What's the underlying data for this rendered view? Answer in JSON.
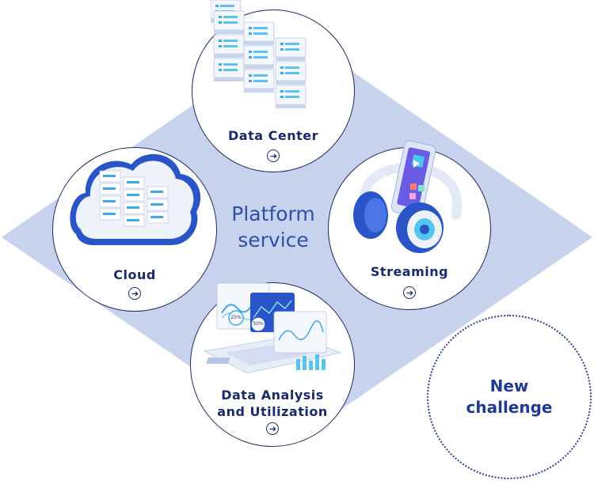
{
  "center": {
    "line1": "Platform",
    "line2": "service"
  },
  "nodes": {
    "data_center": {
      "label": "Data Center"
    },
    "cloud": {
      "label": "Cloud"
    },
    "streaming": {
      "label": "Streaming"
    },
    "data_analysis": {
      "line1": "Data Analysis",
      "line2": "and Utilization"
    }
  },
  "chart_values": {
    "gauge1": "25%",
    "gauge2": "50%"
  },
  "new_challenge": {
    "line1": "New",
    "line2": "challenge"
  },
  "colors": {
    "diamond": "#c7d2ec",
    "outline": "#1e2b63",
    "text": "#1b2a6b",
    "accent": "#2f4fa8",
    "dotted": "#2a3f93"
  },
  "icons": {
    "arrow": "arrow-right-icon",
    "data_center": "server-rack-icon",
    "cloud": "cloud-server-icon",
    "streaming": "headphones-phone-icon",
    "data_analysis": "laptop-dashboard-icon"
  }
}
